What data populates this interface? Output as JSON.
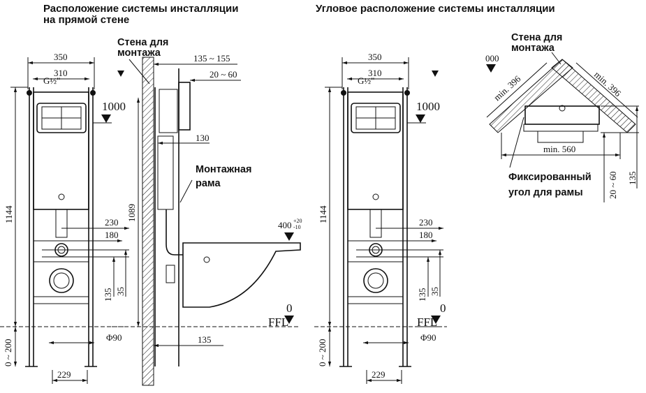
{
  "titles": {
    "straight_line1": "Расположение  системы инсталляции",
    "straight_line2": "на прямой  стене",
    "corner": "Угловое расположение системы инсталляции"
  },
  "labels": {
    "wall_line1": "Стена для",
    "wall_line2": "монтажа",
    "frame_line1": "Монтажная",
    "frame_line2": "рама",
    "fixed_line1": "Фиксированный",
    "fixed_line2": "угол для рамы"
  },
  "front_view": {
    "width_outer": "350",
    "width_inner": "310",
    "connection": "G½\"",
    "height_total": "1144",
    "level_1000": "1000",
    "dim_230": "230",
    "dim_180": "180",
    "dim_135": "135",
    "dim_35": "35",
    "pipe": "Φ90",
    "adjust": "0 ~ 200",
    "feet": "229",
    "ffl": "FFL",
    "ffl_zero": "0"
  },
  "side_view": {
    "depth_range": "135 ~ 155",
    "offset_range": "20 ~ 60",
    "dim_130": "130",
    "height_1089": "1089",
    "bowl_height": "400",
    "bowl_tol_plus": "+20",
    "bowl_tol_minus": "-10",
    "dim_135": "135"
  },
  "corner_view": {
    "level": "000",
    "min_left": "min. 396",
    "min_right": "min. 396",
    "min_width": "min. 560",
    "offset_range": "20 ~ 60",
    "depth": "135"
  }
}
